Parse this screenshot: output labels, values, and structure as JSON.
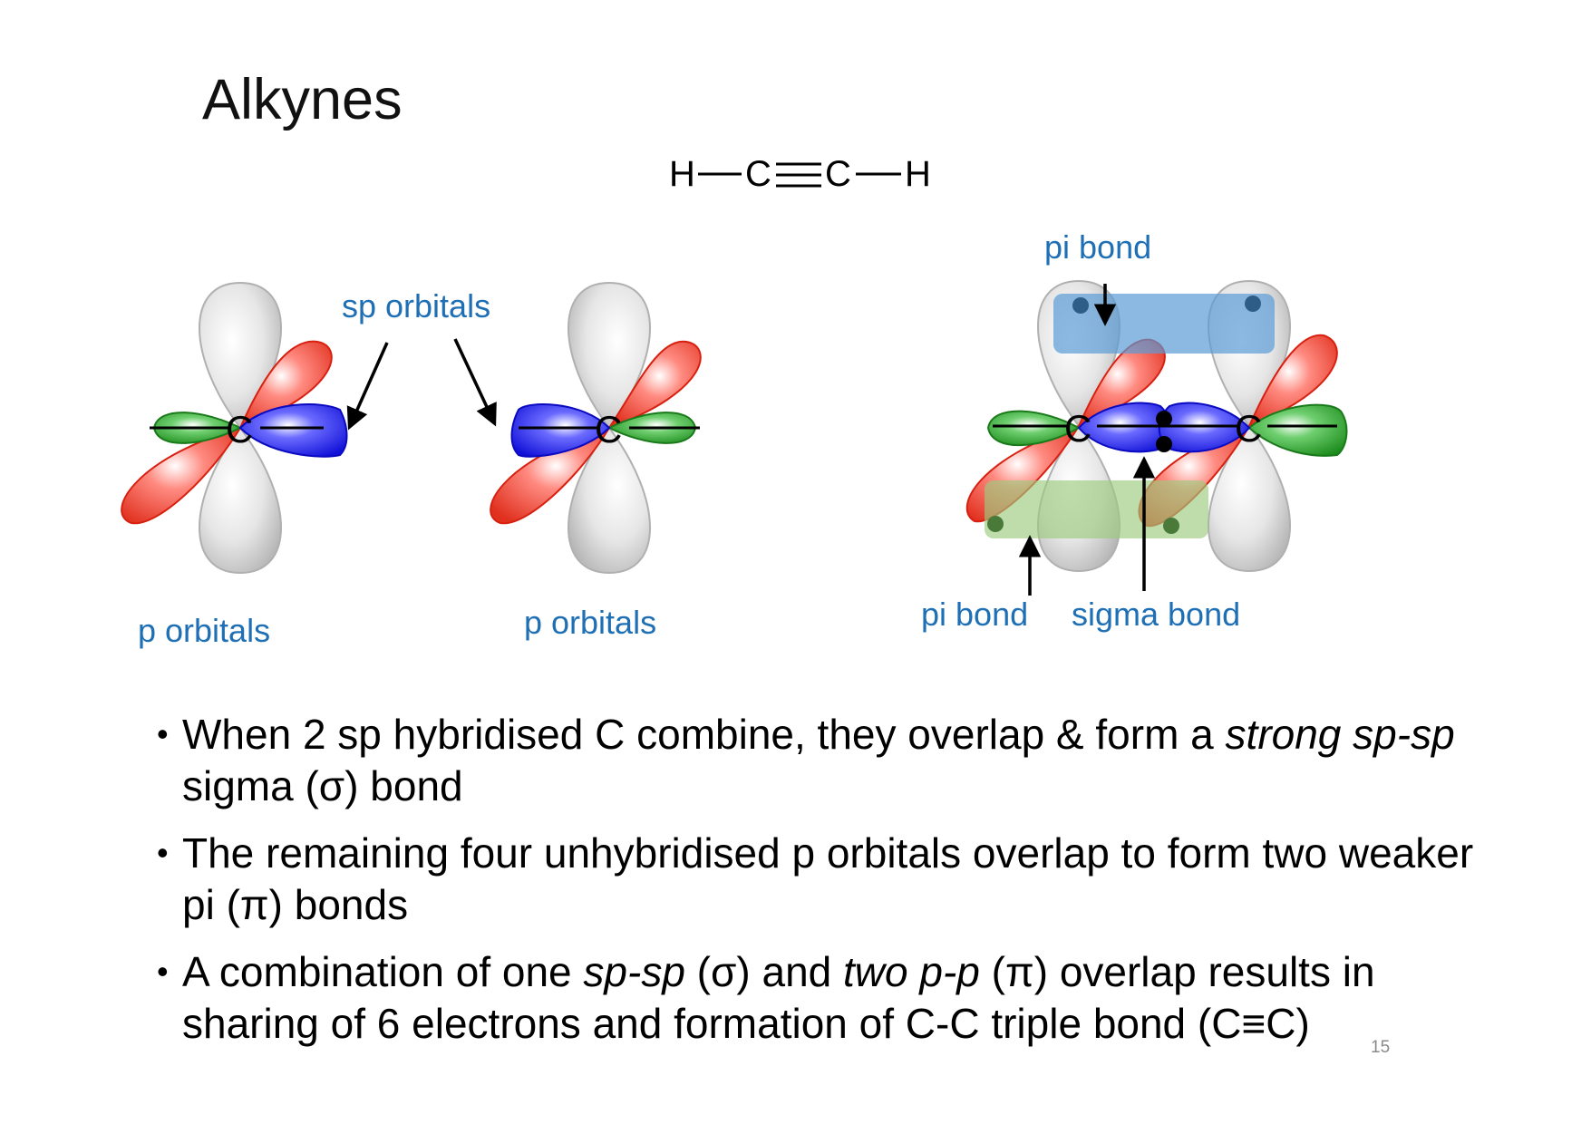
{
  "slide": {
    "title": "Alkynes",
    "page_number": "15"
  },
  "formula": {
    "atoms": [
      "H",
      "C",
      "C",
      "H"
    ],
    "bonds": [
      "single",
      "triple",
      "single"
    ]
  },
  "labels": {
    "sp_orbitals": "sp orbitals",
    "p_orbitals_left": "p orbitals",
    "p_orbitals_middle": "p orbitals",
    "pi_bond_top": "pi bond",
    "pi_bond_bottom": "pi bond",
    "sigma_bond": "sigma bond",
    "carbon": "C"
  },
  "colors": {
    "label_blue": "#1f6fb5",
    "p_lobe": "#e0301e",
    "sp_blue": "#1a1ae6",
    "sp_green": "#1a8a1a",
    "gray_lobe": "#d4d4d4",
    "pi_top_box": "#5b9bd5",
    "pi_bottom_box": "#9ccb7e"
  },
  "bullets": [
    {
      "segments": [
        {
          "text": "When 2 sp hybridised C combine, they overlap & form a ",
          "italic": false
        },
        {
          "text": "strong sp-sp",
          "italic": true
        },
        {
          "text": " sigma (σ)  bond",
          "italic": false
        }
      ]
    },
    {
      "segments": [
        {
          "text": "The remaining four unhybridised p orbitals overlap to form two weaker pi (π) bonds",
          "italic": false
        }
      ]
    },
    {
      "segments": [
        {
          "text": "A combination of one ",
          "italic": false
        },
        {
          "text": "sp-sp",
          "italic": true
        },
        {
          "text": " (σ) and ",
          "italic": false
        },
        {
          "text": "two p-p",
          "italic": true
        },
        {
          "text": " (π) overlap results in sharing of 6 electrons and formation of C-C triple bond (C≡C)",
          "italic": false
        }
      ]
    }
  ]
}
